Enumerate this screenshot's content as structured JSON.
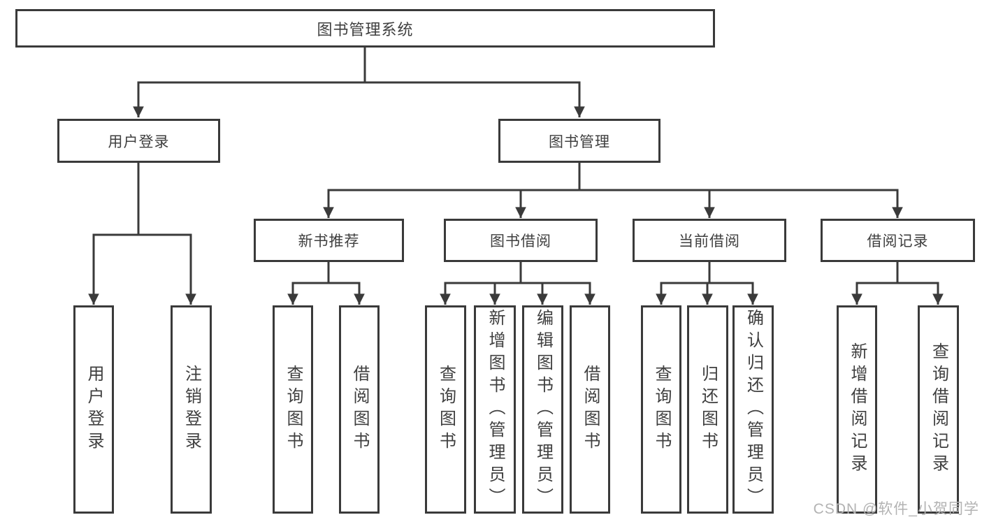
{
  "diagram": {
    "root": "图书管理系统",
    "branches": [
      {
        "label": "用户登录",
        "children": [
          "用户登录",
          "注销登录"
        ]
      },
      {
        "label": "图书管理",
        "groups": [
          {
            "label": "新书推荐",
            "children": [
              "查询图书",
              "借阅图书"
            ]
          },
          {
            "label": "图书借阅",
            "children": [
              "查询图书",
              "新增图书（管理员）",
              "编辑图书（管理员）",
              "借阅图书"
            ]
          },
          {
            "label": "当前借阅",
            "children": [
              "查询图书",
              "归还图书",
              "确认归还（管理员）"
            ]
          },
          {
            "label": "借阅记录",
            "children": [
              "新增借阅记录",
              "查询借阅记录"
            ]
          }
        ]
      }
    ]
  },
  "watermark": "CSDN @软件_小贺同学",
  "colors": {
    "line": "#3a3a3a",
    "text": "#3f3f3f",
    "watermark": "#b3b3b3",
    "background": "#ffffff"
  }
}
